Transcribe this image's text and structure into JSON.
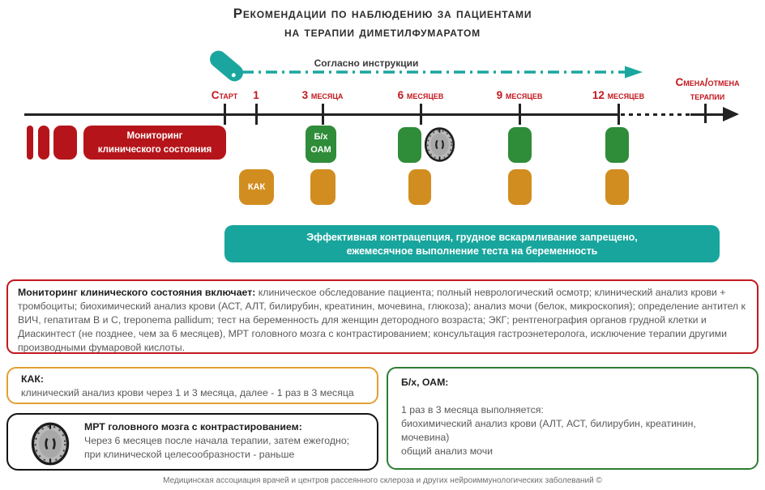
{
  "title": {
    "line1": "Рекомендации по наблюдению за пациентами",
    "line2": "на терапии диметилфумаратом"
  },
  "colors": {
    "red": "#b5151a",
    "green": "#2f8c39",
    "orange": "#d28d20",
    "teal": "#18a59d",
    "axis_black": "#222222",
    "label_red": "#c2181e"
  },
  "timeline": {
    "instruction_label": "Согласно инструкции",
    "tick_labels": [
      "Старт",
      "1",
      "3 месяца",
      "6 месяцев",
      "9 месяцев",
      "12 месяцев"
    ],
    "end_label": {
      "line1": "Смена/отмена",
      "line2": "терапии"
    }
  },
  "markers": {
    "monitoring": {
      "line1": "Мониторинг",
      "line2": "клинического состояния"
    },
    "bh": {
      "line1": "Б/х",
      "line2": "ОАМ"
    },
    "kak": "КАК"
  },
  "banner": {
    "line1": "Эффективная контрацепция, грудное вскармливание запрещено,",
    "line2": "ежемесячное выполнение теста на беременность"
  },
  "info_boxes": {
    "monitoring": {
      "title": "Мониторинг клинического состояния включает: ",
      "body": "клиническое обследование пациента; полный неврологический осмотр; клинический анализ крови + тромбоциты; биохимический анализ крови (АСТ, АЛТ, билирубин, креатинин, мочевина, глюкоза); анализ мочи (белок, микроскопия); определение антител к ВИЧ, гепатитам В и С, treponema pallidum; тест на беременность для женщин детородного возраста; ЭКГ; рентгенография органов грудной клетки и Диаскинтест (не позднее, чем за 6 месяцев), МРТ головного мозга с контрастированием; консультация гастроэнетеролога, исключение терапии другими производными фумаровой кислоты."
    },
    "kak": {
      "title": "КАК:",
      "body": "клинический анализ крови через 1 и 3 месяца, далее - 1 раз в 3 месяца"
    },
    "bh_oam": {
      "title": "Б/х, ОАМ:",
      "lines": [
        "1 раз в 3 месяца выполняется:",
        "биохимический анализ крови (АЛТ, АСТ, билирубин, креатинин, мочевина)",
        "общий анализ мочи"
      ]
    },
    "mrt": {
      "title": "МРТ головного мозга с контрастированием:",
      "lines": [
        "Через 6 месяцев после начала терапии, затем ежегодно;",
        "при клинической целесообразности - раньше"
      ]
    }
  },
  "footer": "Медицинская ассоциация врачей и центров рассеянного склероза и других нейроиммунологических заболеваний ©"
}
